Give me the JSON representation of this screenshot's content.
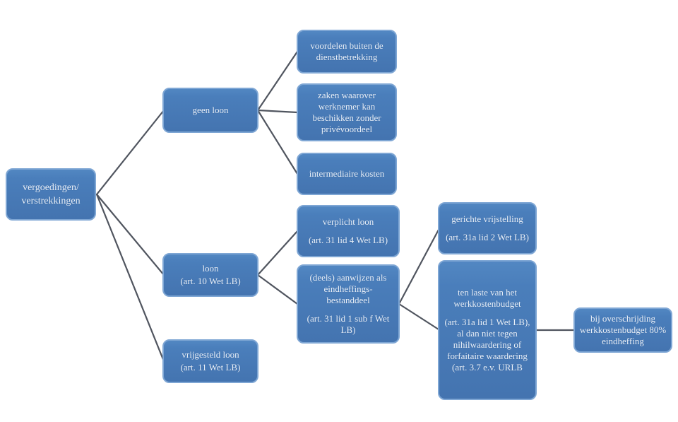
{
  "diagram": {
    "description": "Flowchart of Dutch wage-tax treatment of vergoedingen/verstrekkingen (werkkostenregeling)",
    "colors": {
      "node_fill": "#4a7ebb",
      "node_border": "#7ea6d4",
      "node_text": "#e9f0f9",
      "connector": "#50555f",
      "background": "#ffffff"
    },
    "nodes": {
      "root": {
        "l1": "vergoedingen/",
        "l2": "verstrekkingen"
      },
      "geen_loon": {
        "l1": "geen loon"
      },
      "loon": {
        "l1": "loon",
        "l2": "(art. 10 Wet LB)"
      },
      "vrijgesteld": {
        "l1": "vrijgesteld loon",
        "l2": "(art. 11 Wet LB)"
      },
      "voordelen": {
        "l1": "voordelen buiten de dienstbetrekking"
      },
      "zaken": {
        "l1": "zaken waarover werknemer kan beschikken zonder privévoordeel"
      },
      "intermediair": {
        "l1": "intermediaire kosten"
      },
      "verplicht": {
        "l1": "verplicht loon",
        "l2": "(art. 31 lid 4 Wet LB)"
      },
      "deels": {
        "l1": "(deels) aanwijzen als eindheffings-bestanddeel",
        "l2": "(art. 31 lid 1 sub f Wet LB)"
      },
      "gericht": {
        "l1": "gerichte vrijstelling",
        "l2": "(art. 31a lid 2 Wet LB)"
      },
      "tenlaste": {
        "l1": "ten laste van het werkkostenbudget",
        "l2": "(art. 31a lid 1 Wet LB), al dan niet tegen nihilwaardering of forfaitaire waardering (art. 3.7 e.v. URLB"
      },
      "overschrijding": {
        "l1": "bij overschrijding werkkostenbudget 80% eindheffing"
      }
    },
    "edges": [
      {
        "from": "root",
        "to": "geen_loon"
      },
      {
        "from": "root",
        "to": "loon"
      },
      {
        "from": "root",
        "to": "vrijgesteld"
      },
      {
        "from": "geen_loon",
        "to": "voordelen"
      },
      {
        "from": "geen_loon",
        "to": "zaken"
      },
      {
        "from": "geen_loon",
        "to": "intermediair"
      },
      {
        "from": "loon",
        "to": "verplicht"
      },
      {
        "from": "loon",
        "to": "deels"
      },
      {
        "from": "deels",
        "to": "gericht"
      },
      {
        "from": "deels",
        "to": "tenlaste"
      },
      {
        "from": "tenlaste",
        "to": "overschrijding"
      }
    ]
  }
}
